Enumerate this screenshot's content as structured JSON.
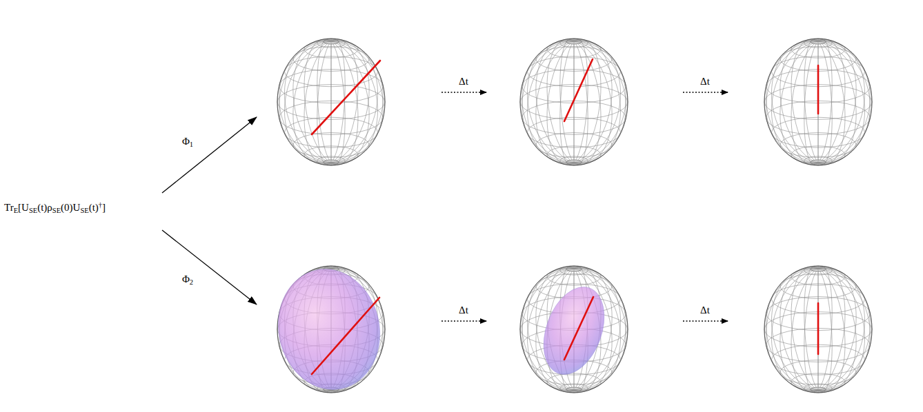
{
  "diagram": {
    "labels": [
      "TrE[USE(t)ρSE(0)USE(t)†]",
      "Φ1",
      "Φ2",
      "Δt",
      "Δt",
      "Δt",
      "Δt"
    ]
  }
}
